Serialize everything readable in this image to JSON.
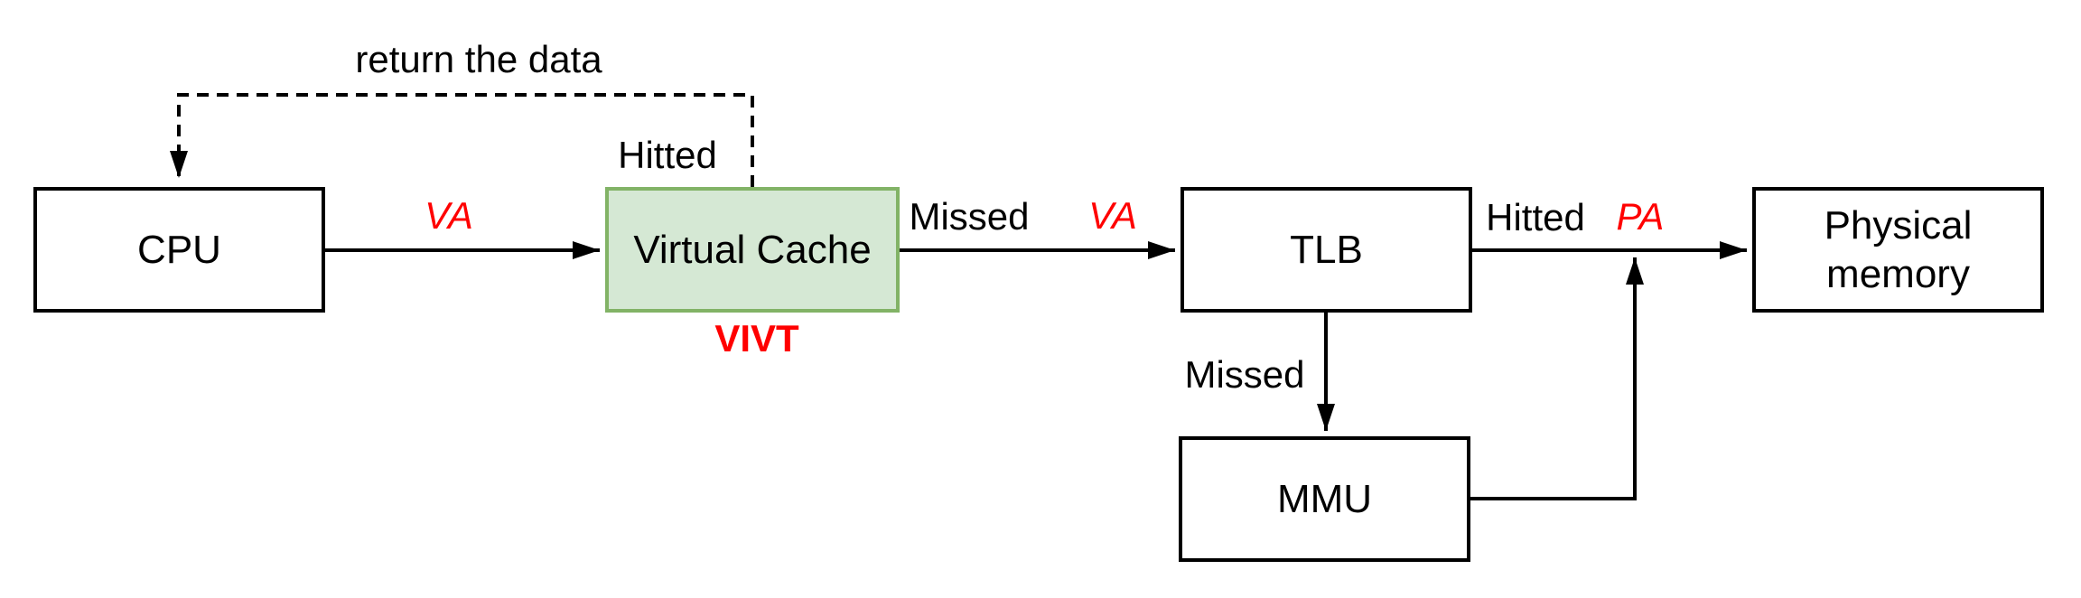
{
  "colors": {
    "background": "#ffffff",
    "line": "#000000",
    "accent_red": "#ff0000",
    "cache_fill": "#d5e8d4",
    "cache_border": "#82b366"
  },
  "nodes": {
    "cpu": {
      "label": "CPU"
    },
    "virtual_cache": {
      "label": "Virtual Cache",
      "caption": "VIVT"
    },
    "tlb": {
      "label": "TLB"
    },
    "mmu": {
      "label": "MMU"
    },
    "physical_memory": {
      "label": "Physical memory"
    }
  },
  "edge_labels": {
    "cpu_to_cache_va": "VA",
    "cache_to_tlb_missed": "Missed",
    "cache_to_tlb_va": "VA",
    "tlb_to_memory_hitted": "Hitted",
    "tlb_to_memory_pa": "PA",
    "tlb_to_mmu_missed": "Missed",
    "cache_hit_hitted": "Hitted",
    "cache_return_data": "return the data"
  }
}
